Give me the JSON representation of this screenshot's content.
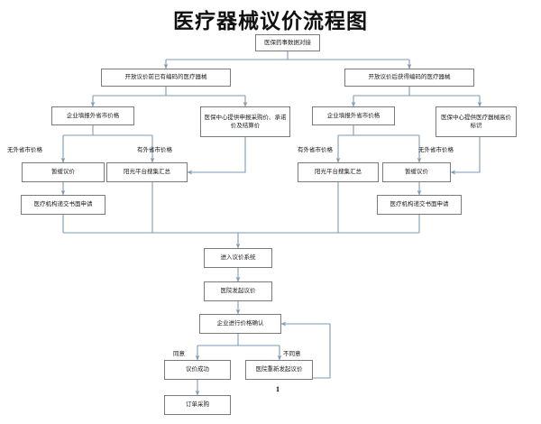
{
  "title": "医疗器械议价流程图",
  "page_number": "1",
  "colors": {
    "box_border": "#7a7a7a",
    "arrow": "#7d9bb5",
    "text": "#1a1a1a",
    "background": "#ffffff"
  },
  "nodes": {
    "root": "医保药事数据对接",
    "left_branch": "开放议价前已有编码的医疗器械",
    "right_branch": "开放议价后获得编码的医疗器械",
    "left_fill_price": "企业填报外省市价格",
    "left_center_provide": "医保中心提供申报采购价、承诺价及结算价",
    "left_delay": "暂缓议价",
    "left_platform": "阳光平台搜集汇总",
    "left_written_apply": "医疗机构递交书面申请",
    "right_fill_price": "企业填报外省市价格",
    "right_center_mark": "医保中心提供医疗器械高价标识",
    "right_platform": "阳光平台搜集汇总",
    "right_delay": "暂缓议价",
    "right_written_apply": "医疗机构递交书面申请",
    "enter_system": "进入议价系统",
    "hospital_initiate": "医院发起议价",
    "enterprise_confirm": "企业进行价格确认",
    "negotiation_success": "议价成功",
    "hospital_reinitiate": "医院重新发起议价",
    "order_purchase": "订单采购"
  },
  "edge_labels": {
    "left_no_price": "无外省市价格",
    "left_has_price": "有外省市价格",
    "right_has_price": "有外省市价格",
    "right_no_price": "无外省市价格",
    "agree": "同意",
    "disagree": "不同意"
  }
}
